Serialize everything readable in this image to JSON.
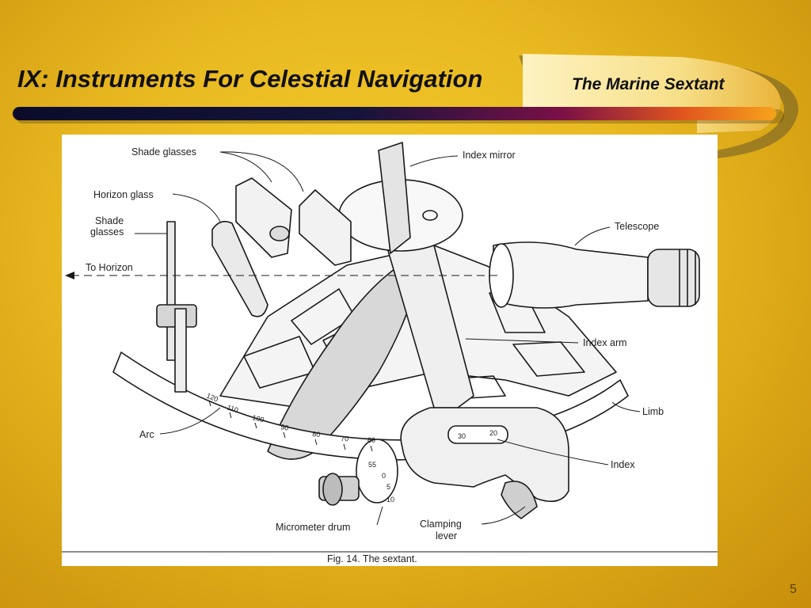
{
  "slide": {
    "title": "IX: Instruments For Celestial Navigation",
    "subtitle": "The Marine Sextant",
    "page_number": "5",
    "colors": {
      "background": "#e9b921",
      "banner_dark": "#0c0c2a",
      "banner_mid": "#7a1046",
      "banner_light": "#f08a1c"
    }
  },
  "figure": {
    "labels": {
      "shade_glasses_top": "Shade glasses",
      "horizon_glass": "Horizon glass",
      "shade_glasses_left_1": "Shade",
      "shade_glasses_left_2": "glasses",
      "to_horizon": "To Horizon",
      "index_mirror": "Index mirror",
      "telescope": "Telescope",
      "index_arm": "Index arm",
      "limb": "Limb",
      "arc": "Arc",
      "index": "Index",
      "micrometer_drum": "Micrometer drum",
      "clamping_lever_1": "Clamping",
      "clamping_lever_2": "lever"
    },
    "arc_scale": [
      "120",
      "110",
      "100",
      "90",
      "80",
      "70",
      "60"
    ],
    "index_scale": [
      "30",
      "20"
    ],
    "drum_scale": [
      "55",
      "0",
      "5",
      "10"
    ],
    "caption": "Fig. 14.  The sextant."
  }
}
